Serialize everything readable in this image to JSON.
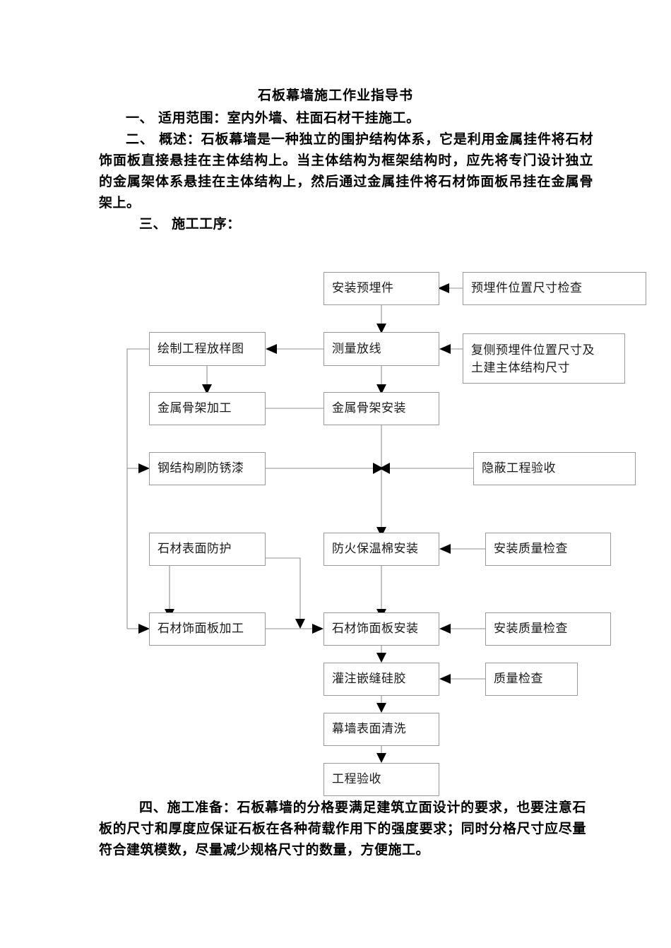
{
  "document": {
    "title": "石板幕墙施工作业指导书",
    "sections": {
      "scope": "一、 适用范围：室内外墙、柱面石材干挂施工。",
      "overview": "二、 概述：石板幕墙是一种独立的围护结构体系，它是利用金属挂件将石材饰面板直接悬挂在主体结构上。当主体结构为框架结构时，应先将专门设计独立的金属架体系悬挂在主体结构上，然后通过金属挂件将石材饰面板吊挂在金属骨架上。",
      "process_heading": "三、 施工工序：",
      "preparation": "四、施工准备：石板幕墙的分格要满足建筑立面设计的要求，也要注意石板的尺寸和厚度应保证石板在各种荷载作用下的强度要求；同时分格尺寸应尽量符合建筑模数，尽量减少规格尺寸的数量，方便施工。"
    }
  },
  "flowchart": {
    "nodes": [
      {
        "id": "install-embedded",
        "label": "安装预埋件"
      },
      {
        "id": "embedded-check",
        "label": "预埋件位置尺寸检查"
      },
      {
        "id": "draw-layout",
        "label": "绘制工程放样图"
      },
      {
        "id": "survey-setout",
        "label": "测量放线"
      },
      {
        "id": "recheck-embedded",
        "label": "复侧预埋件位置尺寸及\n土建主体结构尺寸",
        "line1": "复侧预埋件位置尺寸及",
        "line2": "土建主体结构尺寸"
      },
      {
        "id": "frame-fabrication",
        "label": "金属骨架加工"
      },
      {
        "id": "frame-installation",
        "label": "金属骨架安装"
      },
      {
        "id": "steel-antirust-paint",
        "label": "钢结构刷防锈漆"
      },
      {
        "id": "concealed-acceptance",
        "label": "隐蔽工程验收"
      },
      {
        "id": "stone-surface-protect",
        "label": "石材表面防护"
      },
      {
        "id": "fireproof-insulation",
        "label": "防火保温棉安装"
      },
      {
        "id": "install-quality-check-1",
        "label": "安装质量检查"
      },
      {
        "id": "stone-panel-fabrication",
        "label": "石材饰面板加工"
      },
      {
        "id": "stone-panel-install",
        "label": "石材饰面板安装"
      },
      {
        "id": "install-quality-check-2",
        "label": "安装质量检查"
      },
      {
        "id": "silicone-sealant",
        "label": "灌注嵌缝硅胶"
      },
      {
        "id": "quality-check",
        "label": "质量检查"
      },
      {
        "id": "curtain-wall-cleaning",
        "label": "幕墙表面清洗"
      },
      {
        "id": "project-acceptance",
        "label": "工程验收"
      }
    ]
  },
  "colors": {
    "text": "#000000",
    "node_border": "#9a9a9a",
    "connector": "#8f8f8f",
    "page_background": "#ffffff"
  }
}
